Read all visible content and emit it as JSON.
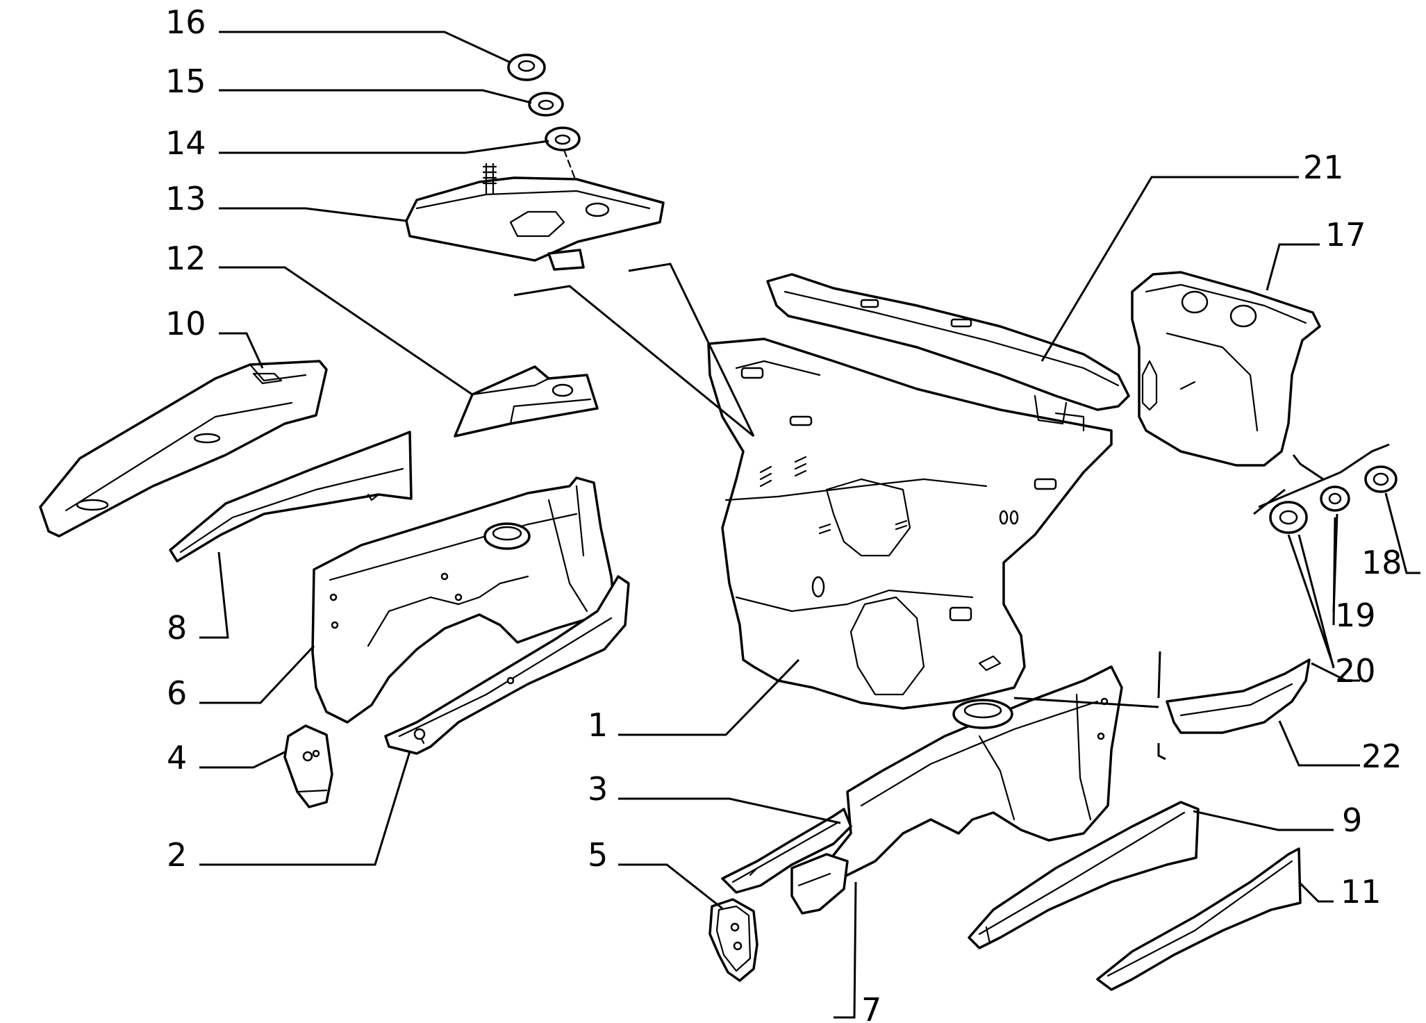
{
  "diagram": {
    "callouts": {
      "p1": "1",
      "p2": "2",
      "p3": "3",
      "p4": "4",
      "p5": "5",
      "p6": "6",
      "p7": "7",
      "p8": "8",
      "p9": "9",
      "p10": "10",
      "p11": "11",
      "p12": "12",
      "p13": "13",
      "p14": "14",
      "p15": "15",
      "p16": "16",
      "p17": "17",
      "p18": "18",
      "p19": "19",
      "p20": "20",
      "p21": "21",
      "p22": "22"
    },
    "colors": {
      "line": "#000000",
      "background": "#ffffff"
    }
  }
}
